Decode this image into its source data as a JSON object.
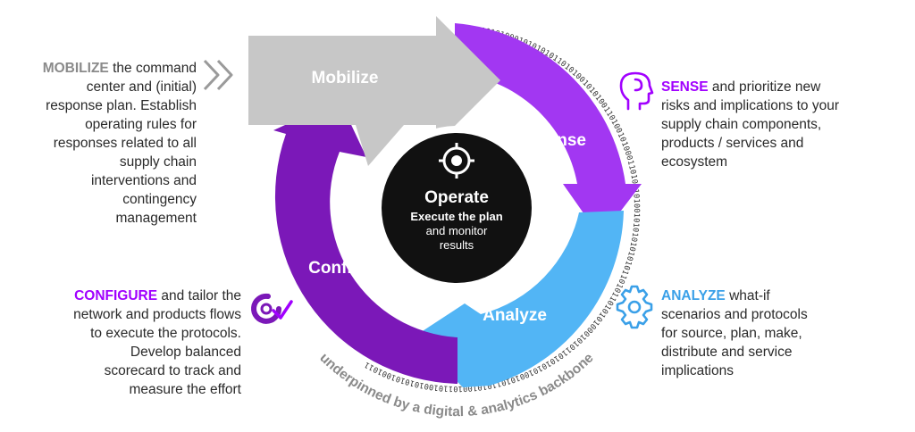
{
  "colors": {
    "mobilize": "#c7c7c7",
    "sense": "#a237f2",
    "analyze": "#52b5f5",
    "configure": "#7b18b8",
    "center": "#111111",
    "accent_purple": "#a100ff",
    "accent_blue": "#3aa0e8"
  },
  "center": {
    "icon": "target-crosshair-icon",
    "title": "Operate",
    "line1": "Execute the plan",
    "line2": "and monitor",
    "line3": "results"
  },
  "stages": {
    "mobilize": "Mobilize",
    "sense": "Sense",
    "analyze": "Analyze",
    "configure": "Configure"
  },
  "binary_strip": "1011010101000101010101101010010101001101001010001101011010010101010101011010110101010001010110101010100101011010100101101001010101001011",
  "backbone": "underpinned by a digital & analytics backbone",
  "descriptions": {
    "mobilize": {
      "keyword": "MOBILIZE",
      "first_rest": " the command",
      "lines": [
        "center and (initial)",
        "response plan. Establish",
        "operating rules for",
        "responses related to all",
        "supply chain",
        "interventions and",
        "contingency",
        "management"
      ],
      "icon": "double-chevron-right-icon"
    },
    "sense": {
      "keyword": "SENSE",
      "first_rest": " and prioritize new",
      "lines": [
        "risks and implications to your",
        "supply chain components,",
        "products / services and",
        "ecosystem"
      ],
      "icon": "head-profile-icon"
    },
    "analyze": {
      "keyword": "ANALYZE",
      "first_rest": " what-if",
      "lines": [
        "scenarios and protocols",
        "for source, plan, make,",
        "distribute and service",
        "implications"
      ],
      "icon": "gear-outline-icon"
    },
    "configure": {
      "keyword": "CONFIGURE",
      "first_rest": " and tailor the",
      "lines": [
        "network and products flows",
        "to execute the protocols.",
        "Develop balanced",
        "scorecard to track and",
        "measure the effort"
      ],
      "icon": "gear-check-icon"
    }
  }
}
